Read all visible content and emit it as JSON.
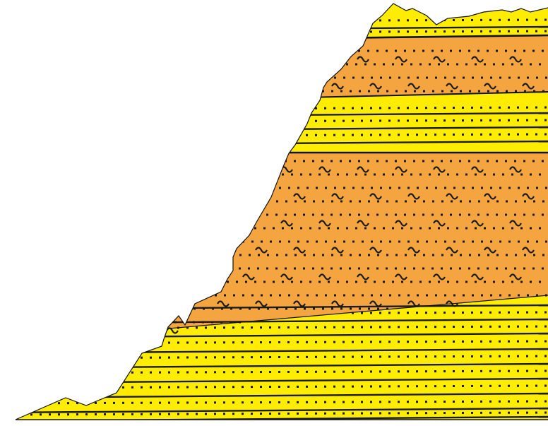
{
  "figure": {
    "type": "geologic-cross-section",
    "description_labels": [],
    "colors": {
      "sandstone": "#ffed00",
      "siltstone": "#f4a540",
      "outline": "#111111",
      "pattern": "#1a1a1a",
      "background": "#ffffff"
    },
    "units": [
      {
        "id": "sandstone-lower",
        "lithology": "sandstone",
        "pattern": "dots"
      },
      {
        "id": "siltstone-lower",
        "lithology": "siltstone",
        "pattern": "dots-and-waves"
      },
      {
        "id": "sandstone-middle",
        "lithology": "sandstone",
        "pattern": "dots"
      },
      {
        "id": "siltstone-upper",
        "lithology": "siltstone",
        "pattern": "dots-and-waves"
      },
      {
        "id": "sandstone-top",
        "lithology": "sandstone",
        "pattern": "dots"
      }
    ]
  }
}
